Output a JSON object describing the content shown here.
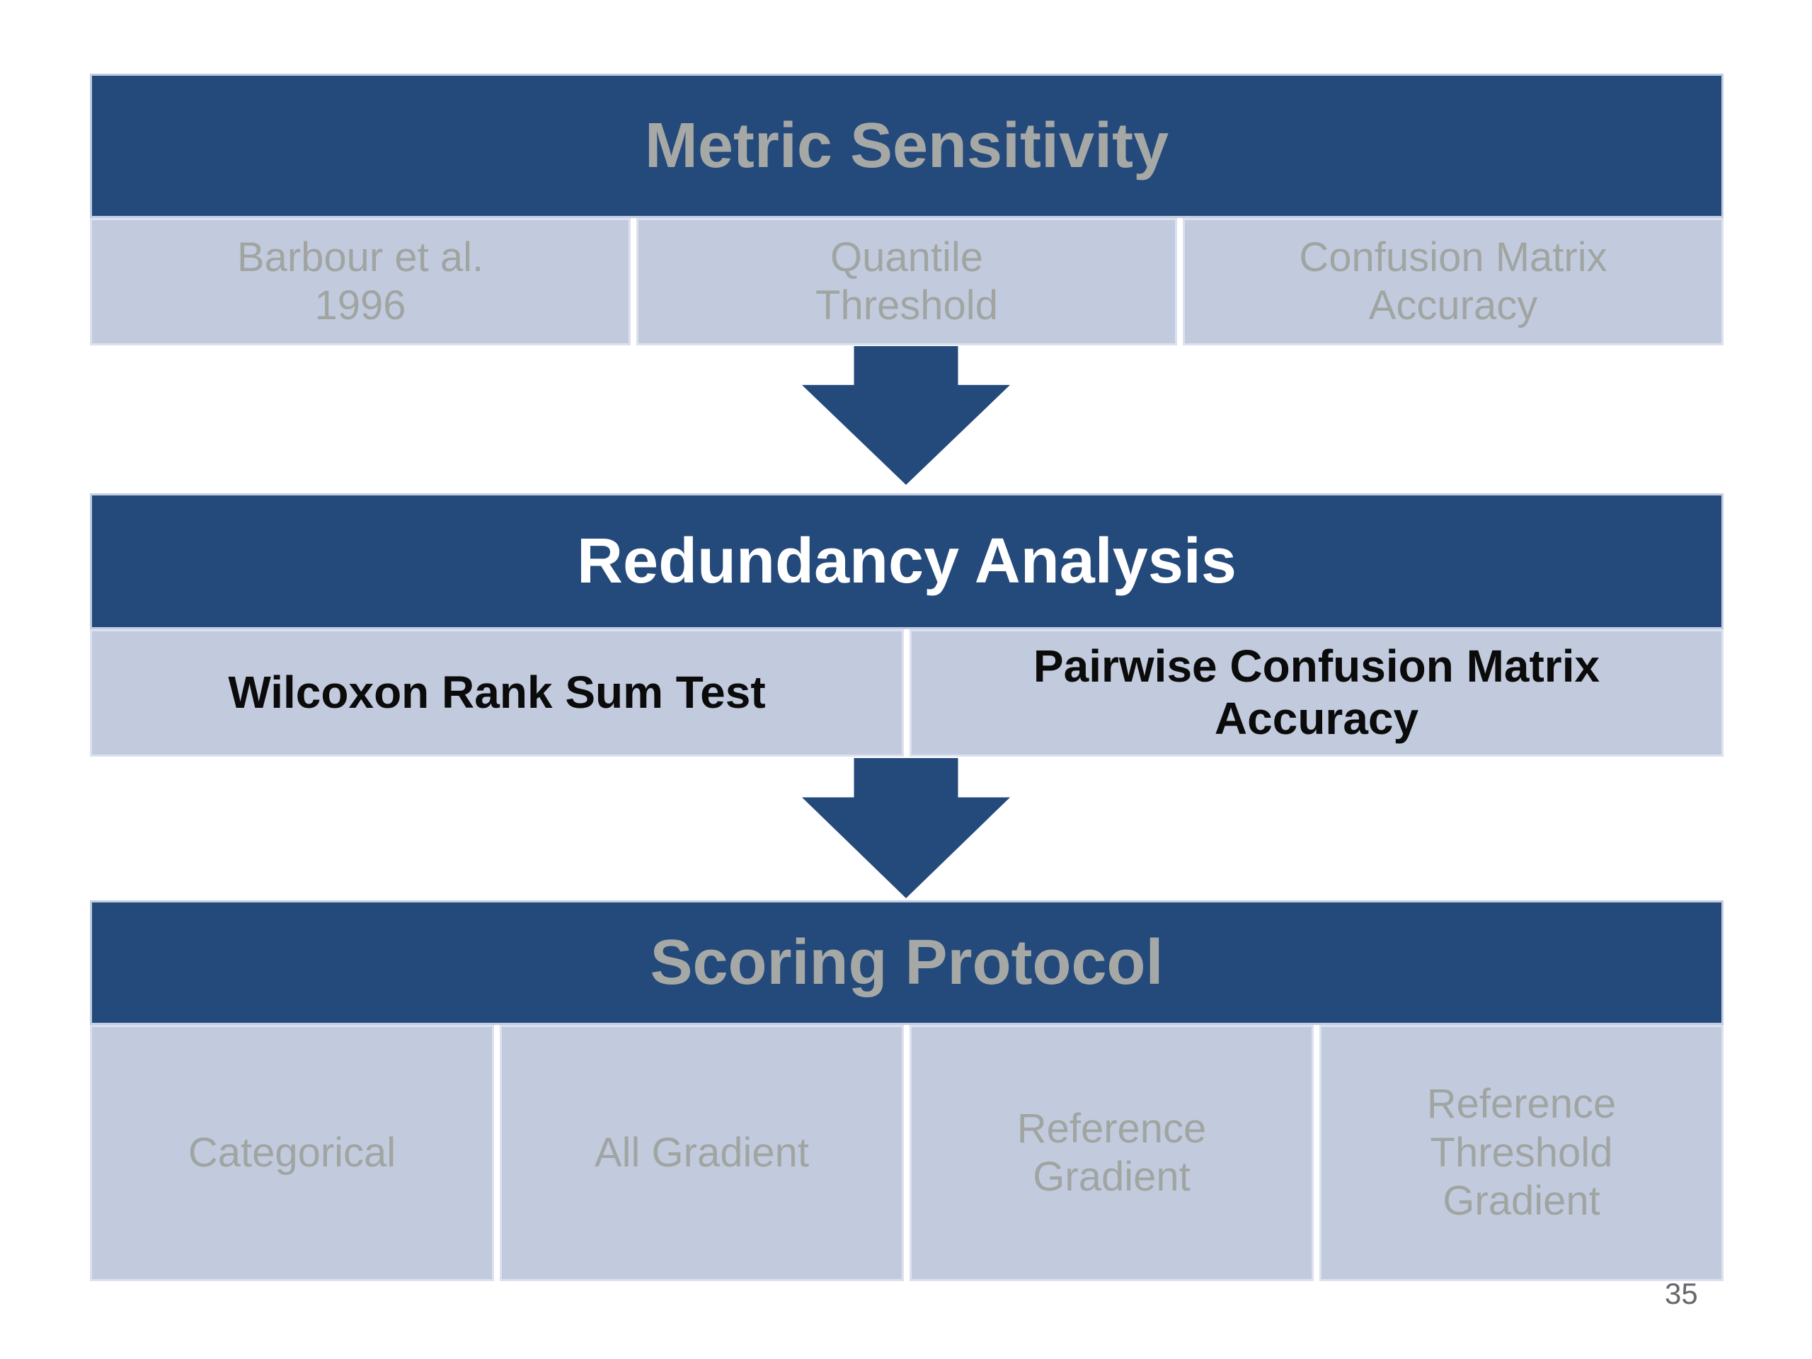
{
  "slide": {
    "page_number": "35",
    "background_color": "#FFFFFF"
  },
  "colors": {
    "header_bg": "#24497B",
    "header_border": "#C3CDE1",
    "subrow_bg": "#C2CBDE",
    "subrow_border": "#DBE1EE",
    "title_gray": "#A6A8A5",
    "title_white": "#FFFFFF",
    "cell_text_gray": "#A1A5A2",
    "cell_text_black": "#0B0B0B",
    "arrow_fill": "#24497B",
    "page_number_text": "#686868"
  },
  "icons": {
    "flow_arrow": "block-arrow-down"
  },
  "sections": [
    {
      "id": "metric-sensitivity",
      "title": "Metric Sensitivity",
      "title_style": "gray",
      "cells": [
        {
          "style": "gray",
          "lines": [
            "Barbour et al.",
            "1996"
          ]
        },
        {
          "style": "gray",
          "lines": [
            "Quantile",
            "Threshold"
          ]
        },
        {
          "style": "gray",
          "lines": [
            "Confusion Matrix",
            "Accuracy"
          ]
        }
      ]
    },
    {
      "id": "redundancy-analysis",
      "title": "Redundancy Analysis",
      "title_style": "white",
      "cells": [
        {
          "style": "black",
          "lines": [
            "Wilcoxon Rank Sum Test"
          ]
        },
        {
          "style": "black",
          "lines": [
            "Pairwise Confusion Matrix",
            "Accuracy"
          ]
        }
      ]
    },
    {
      "id": "scoring-protocol",
      "title": "Scoring Protocol",
      "title_style": "gray",
      "cells": [
        {
          "style": "gray",
          "lines": [
            "Categorical"
          ]
        },
        {
          "style": "gray",
          "lines": [
            "All Gradient"
          ]
        },
        {
          "style": "gray",
          "lines": [
            "Reference",
            "Gradient"
          ]
        },
        {
          "style": "gray",
          "lines": [
            "Reference",
            "Threshold",
            "Gradient"
          ]
        }
      ]
    }
  ]
}
